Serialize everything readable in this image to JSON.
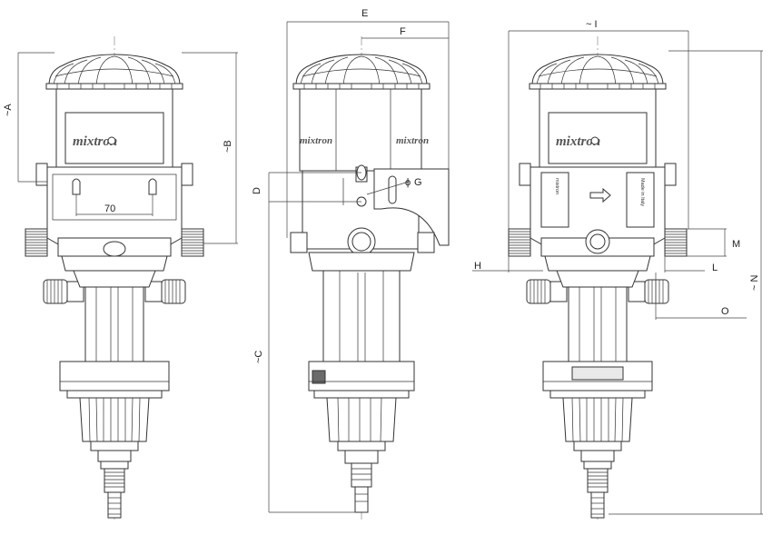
{
  "brand": "mixtron",
  "side_marking": "mixtron",
  "made_in": "Made in Italy",
  "labels": {
    "A": "~A",
    "B": "~B",
    "C": "~C",
    "D": "D",
    "E": "E",
    "F": "F",
    "G": "G",
    "G_prefix": "ϕ",
    "H": "H",
    "I": "~ I",
    "L": "L",
    "M": "M",
    "N": "~ N",
    "O": "O",
    "dim_70": "70"
  }
}
